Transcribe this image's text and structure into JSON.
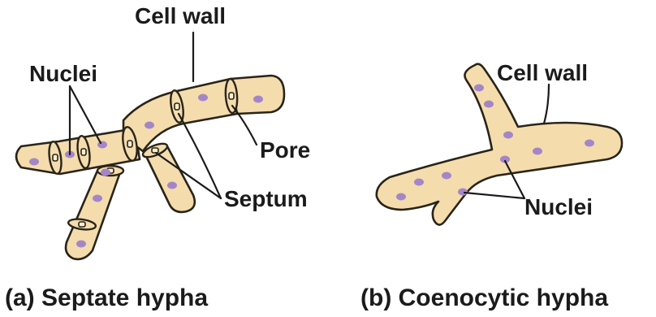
{
  "labels": {
    "septate": {
      "cell_wall": "Cell wall",
      "nuclei": "Nuclei",
      "pore": "Pore",
      "septum": "Septum",
      "caption": "(a) Septate hypha"
    },
    "coenocytic": {
      "cell_wall": "Cell wall",
      "nuclei": "Nuclei",
      "caption": "(b) Coenocytic hypha"
    }
  },
  "colors": {
    "hypha_fill": "#f4dcad",
    "hypha_edge": "#2a2418",
    "nucleus": "#a486c8",
    "text": "#1b1b1b"
  }
}
